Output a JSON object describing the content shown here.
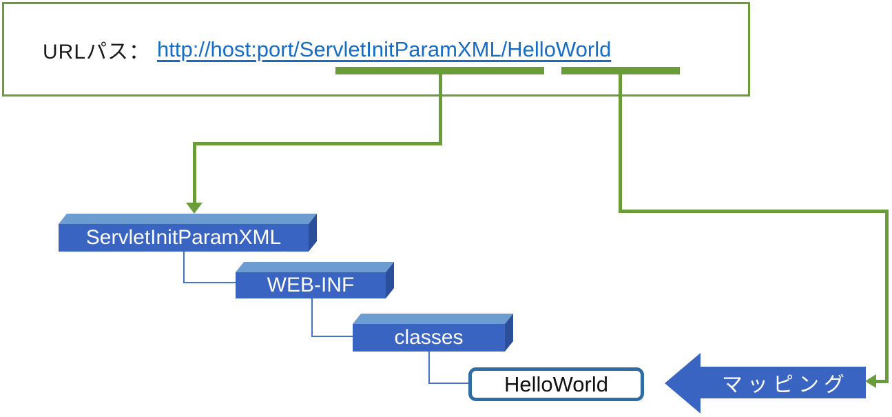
{
  "colors": {
    "green": "#6A9C39",
    "box_front": "#3A64C2",
    "box_top": "#6D9CD0",
    "box_side": "#2C4F9C",
    "connector": "#4472C4",
    "link": "#156DC8",
    "hello_border": "#2F6CA4",
    "arrow_fill": "#3A64C2"
  },
  "url_bar": {
    "label": "URLパス：",
    "link": "http://host:port/ServletInitParamXML/HelloWorld"
  },
  "folders": [
    {
      "label": "ServletInitParamXML"
    },
    {
      "label": "WEB-INF"
    },
    {
      "label": "classes"
    }
  ],
  "servlet": {
    "label": "HelloWorld"
  },
  "mapping": {
    "label": "マッピング"
  }
}
